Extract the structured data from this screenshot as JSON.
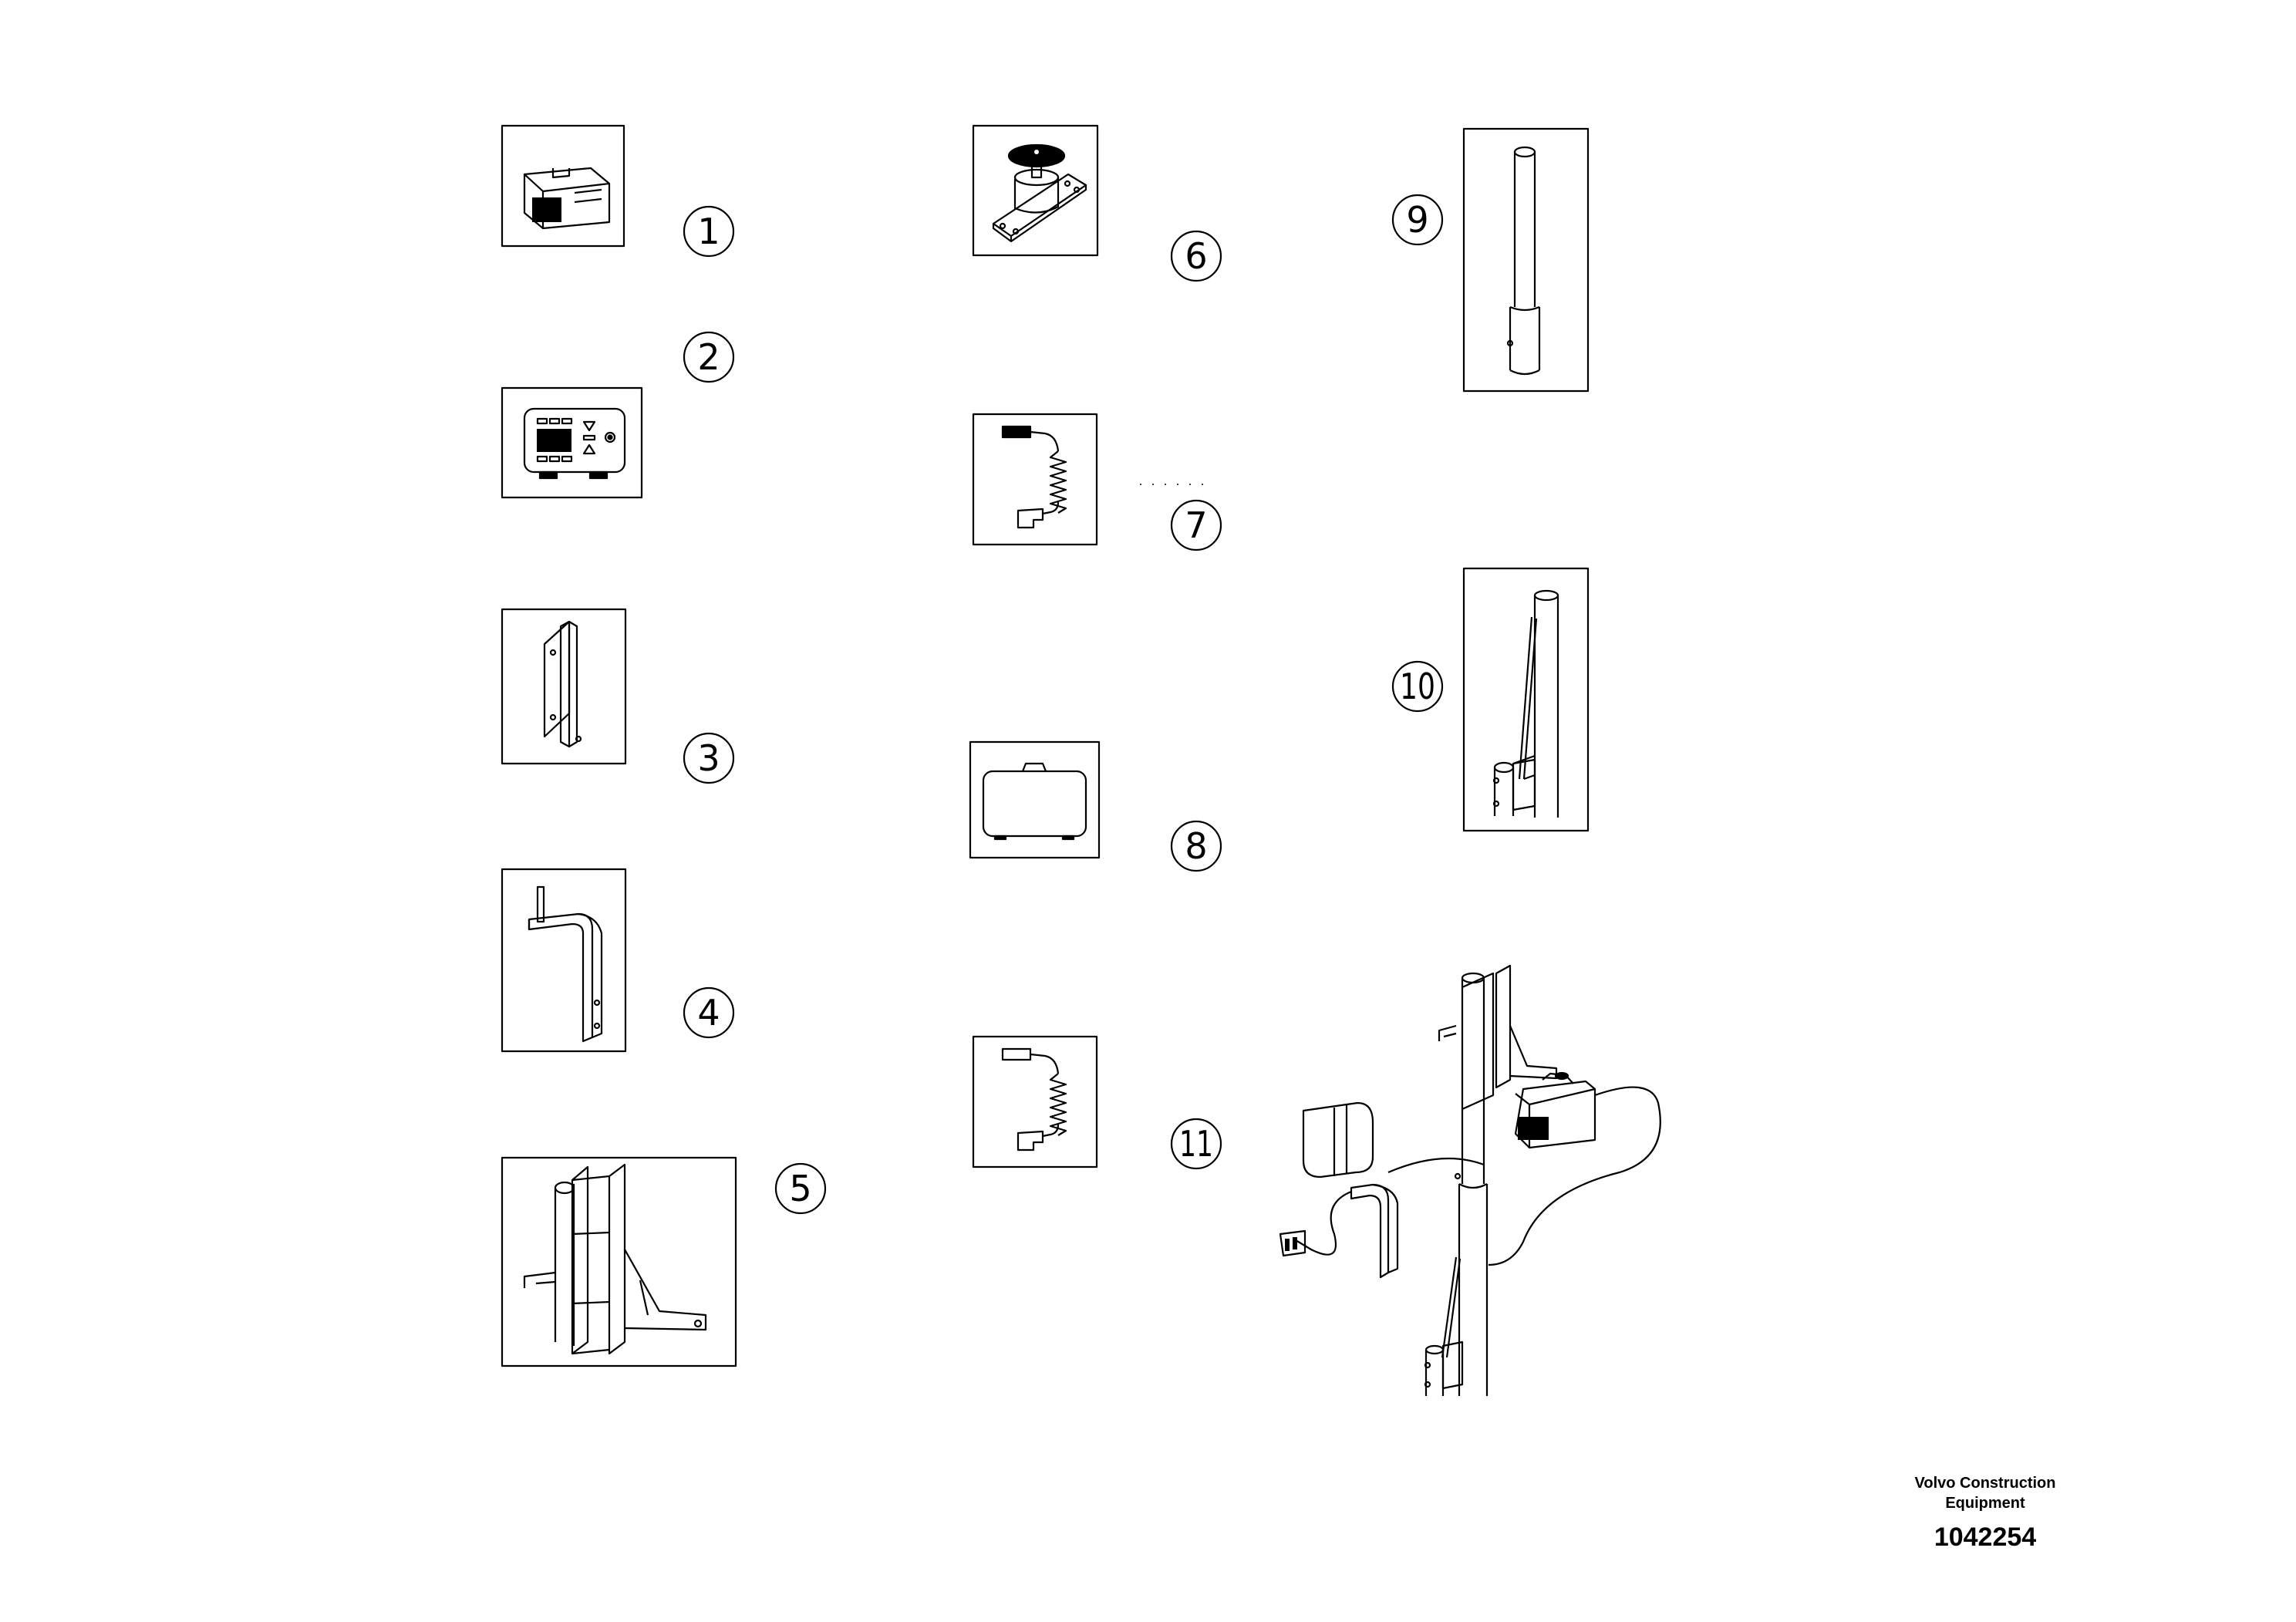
{
  "callouts": [
    {
      "label": "1"
    },
    {
      "label": "2"
    },
    {
      "label": "3"
    },
    {
      "label": "4"
    },
    {
      "label": "5"
    },
    {
      "label": "6"
    },
    {
      "label": "7"
    },
    {
      "label": "8"
    },
    {
      "label": "9"
    },
    {
      "label": "10"
    },
    {
      "label": "11"
    }
  ],
  "footer": {
    "manufacturer_line1": "Volvo Construction",
    "manufacturer_line2": "Equipment",
    "doc_number": "1042254"
  },
  "icons": [
    "sensor-box-icon",
    "control-panel-icon",
    "bracket-plate-icon",
    "l-bracket-icon",
    "mast-clamp-icon",
    "antenna-mount-icon",
    "coil-cable-icon",
    "carry-case-icon",
    "mast-tube-icon",
    "mast-holder-icon",
    "coil-cable-icon",
    "assembly-overview-icon"
  ]
}
